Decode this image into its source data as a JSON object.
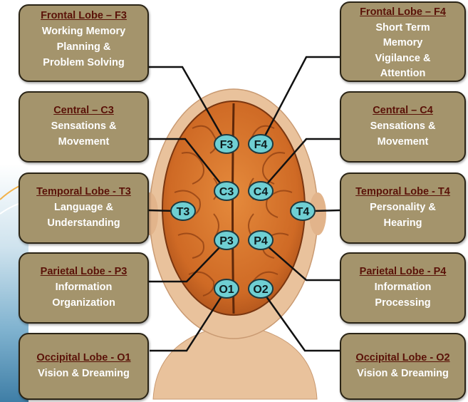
{
  "diagram": {
    "electrodes": [
      "F3",
      "F4",
      "C3",
      "C4",
      "T3",
      "T4",
      "P3",
      "P4",
      "O1",
      "O2"
    ],
    "regions": {
      "f3": {
        "title": "Frontal Lobe – F3",
        "lines": [
          "Working Memory",
          "Planning &",
          "Problem Solving"
        ]
      },
      "f4": {
        "title": "Frontal Lobe – F4",
        "lines": [
          "Short Term",
          "Memory",
          "Vigilance &",
          "Attention"
        ]
      },
      "c3": {
        "title": "Central – C3",
        "lines": [
          "Sensations &",
          "Movement"
        ]
      },
      "c4": {
        "title": "Central – C4",
        "lines": [
          "Sensations &",
          "Movement"
        ]
      },
      "t3": {
        "title": "Temporal Lobe  - T3",
        "lines": [
          "Language &",
          "Understanding"
        ]
      },
      "t4": {
        "title": "Temporal Lobe  - T4",
        "lines": [
          "Personality &",
          "Hearing"
        ]
      },
      "p3": {
        "title": "Parietal Lobe  - P3",
        "lines": [
          "Information",
          "Organization"
        ]
      },
      "p4": {
        "title": "Parietal Lobe  - P4",
        "lines": [
          "Information",
          "Processing"
        ]
      },
      "o1": {
        "title": "Occipital Lobe  - O1",
        "lines": [
          "Vision & Dreaming"
        ]
      },
      "o2": {
        "title": "Occipital Lobe  - O2",
        "lines": [
          "Vision & Dreaming"
        ]
      }
    },
    "colors": {
      "box_fill": "#a4946c",
      "box_border": "#2a2416",
      "title_text": "#5a1208",
      "electrode_fill": "#6fcfd3",
      "electrode_border": "#1d3a40",
      "brain": "#d8752e",
      "skin": "#e9c29c",
      "connector": "#111111"
    }
  }
}
